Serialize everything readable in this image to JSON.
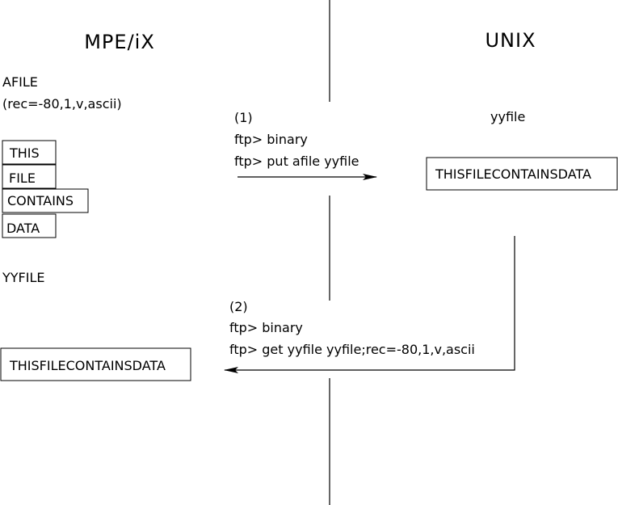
{
  "left_system": {
    "title": "MPE/iX",
    "source_file": {
      "name": "AFILE",
      "spec": "(rec=-80,1,v,ascii)",
      "records": [
        "THIS",
        "FILE",
        "CONTAINS",
        "DATA"
      ]
    },
    "result_file": {
      "name": "YYFILE",
      "content": "THISFILECONTAINSDATA"
    }
  },
  "right_system": {
    "title": "UNIX",
    "file": {
      "name": "yyfile",
      "content": "THISFILECONTAINSDATA"
    }
  },
  "step1": {
    "label": "(1)",
    "commands": [
      "ftp> binary",
      "ftp> put afile yyfile"
    ]
  },
  "step2": {
    "label": "(2)",
    "commands": [
      "ftp> binary",
      "ftp> get yyfile yyfile;rec=-80,1,v,ascii"
    ]
  }
}
